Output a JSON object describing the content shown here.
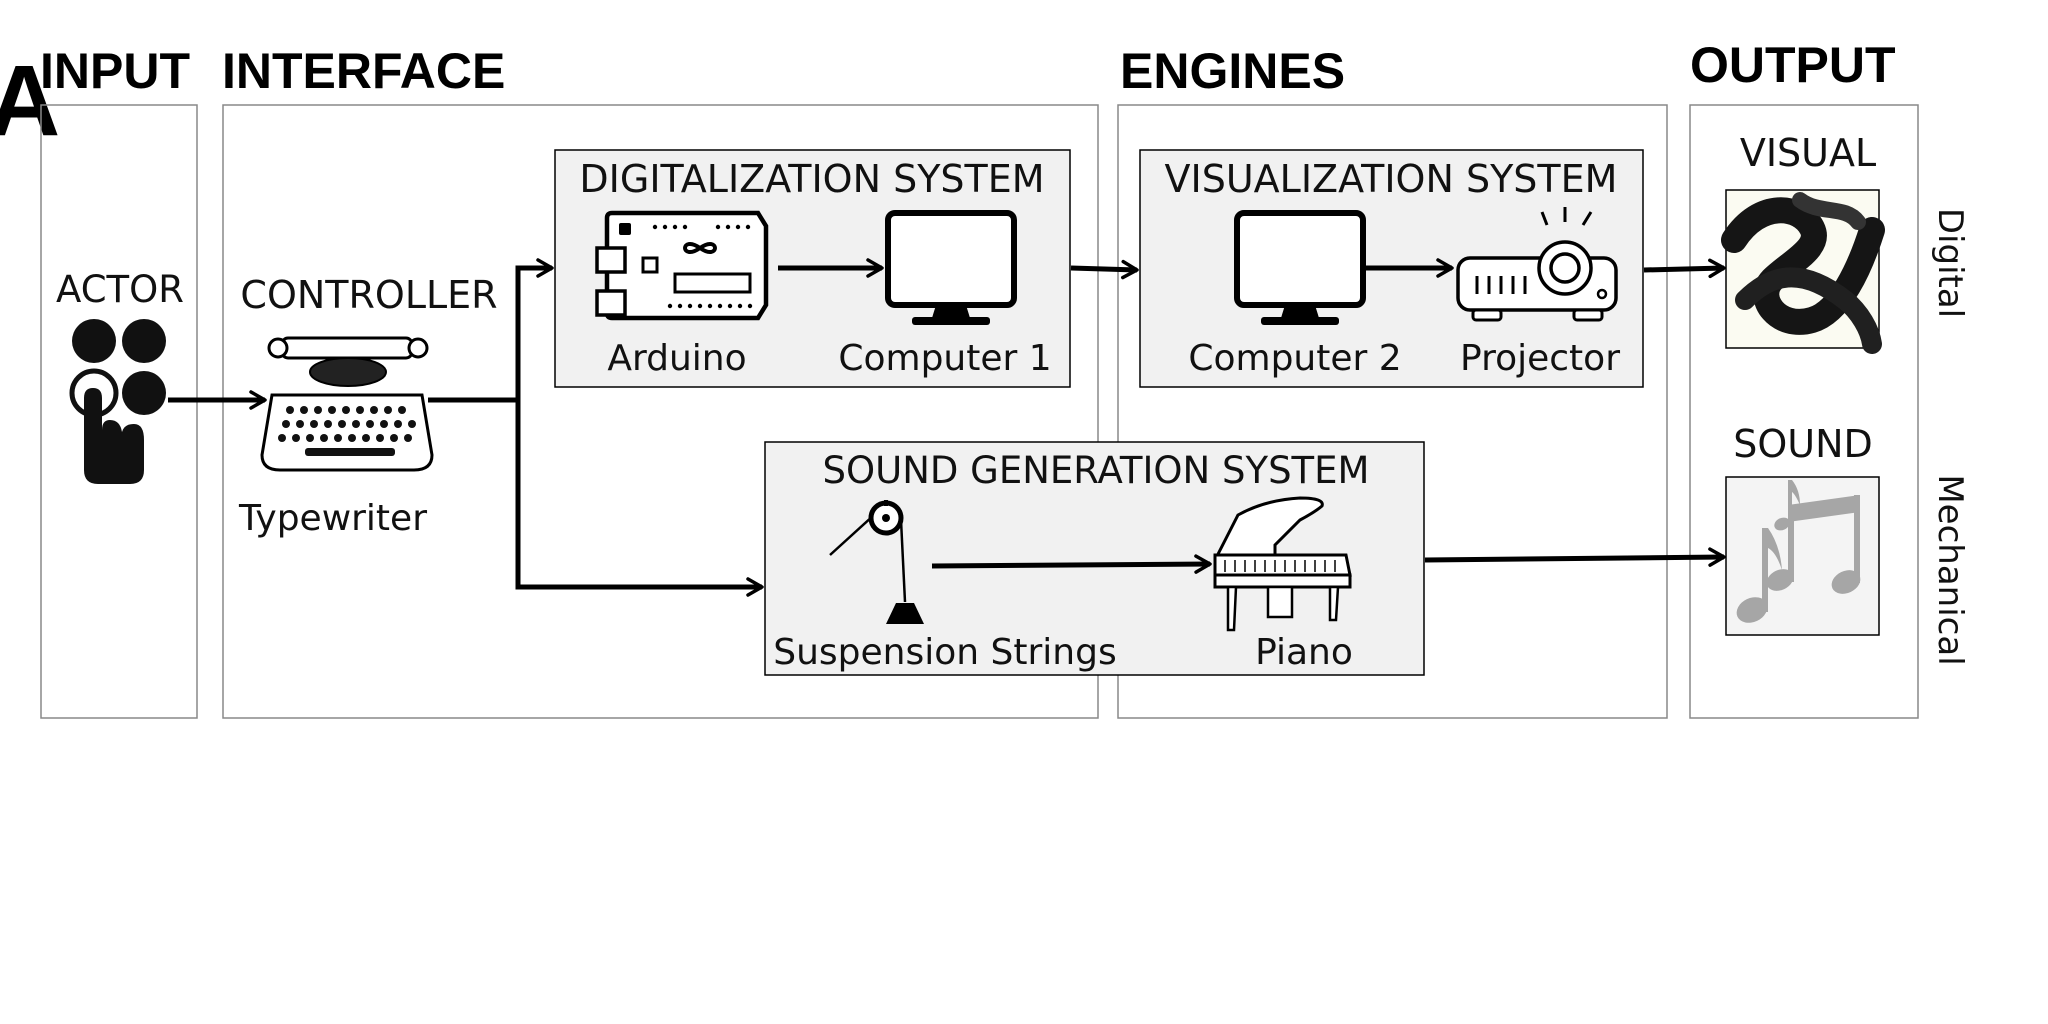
{
  "panel_letter": "A",
  "sections": {
    "input": "INPUT",
    "interface": "INTERFACE",
    "engines": "ENGINES",
    "output": "OUTPUT"
  },
  "nodes": {
    "actor": "ACTOR",
    "controller": "CONTROLLER",
    "typewriter": "Typewriter",
    "digitalization_system": "DIGITALIZATION SYSTEM",
    "arduino": "Arduino",
    "computer1": "Computer 1",
    "visualization_system": "VISUALIZATION SYSTEM",
    "computer2": "Computer 2",
    "projector": "Projector",
    "sound_generation_system": "SOUND GENERATION SYSTEM",
    "suspension_strings": "Suspension Strings",
    "piano": "Piano",
    "visual": "VISUAL",
    "sound": "SOUND"
  },
  "side_labels": {
    "digital": "Digital",
    "mechanical": "Mechanical"
  },
  "icons": [
    "hand-touch-icon",
    "typewriter-icon",
    "arduino-board-icon",
    "monitor-icon",
    "projector-icon",
    "pulley-icon",
    "piano-icon",
    "brush-art-icon",
    "music-notes-icon"
  ],
  "colors": {
    "box_fill": "#f1f1f1",
    "stroke": "#000000",
    "frame": "#888888",
    "notes": "#a6a6a6"
  }
}
